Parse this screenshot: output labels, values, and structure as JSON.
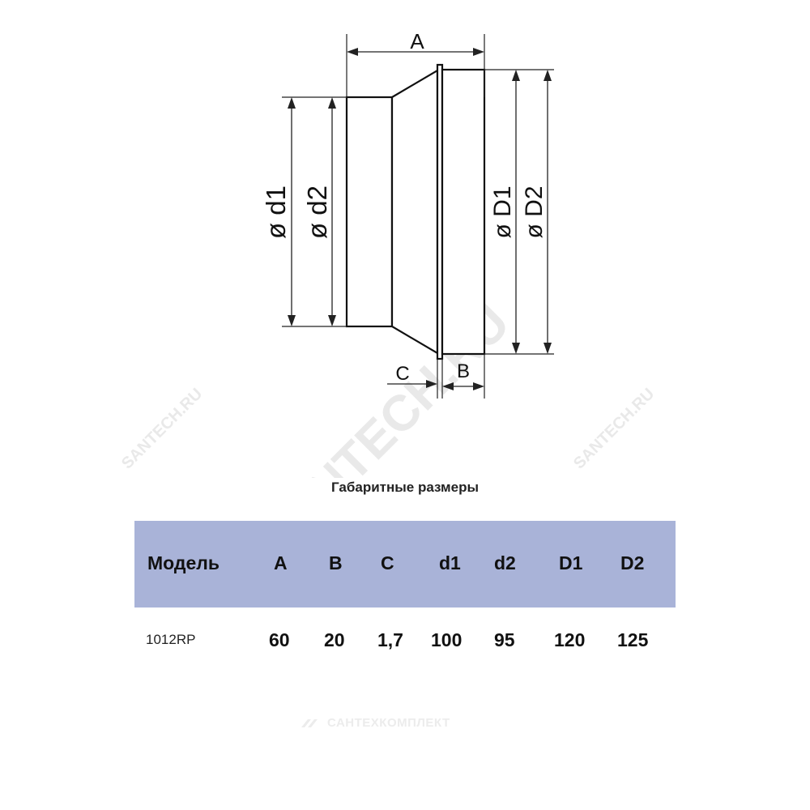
{
  "diagram": {
    "labels": {
      "a": "A",
      "b": "B",
      "c": "C",
      "d1": "ø d1",
      "d2": "ø d2",
      "D1": "ø D1",
      "D2": "ø D2"
    },
    "watermark": "SANTECH.RU"
  },
  "table": {
    "title": "Габаритные размеры",
    "header": [
      "Модель",
      "A",
      "B",
      "C",
      "d1",
      "d2",
      "D1",
      "D2"
    ],
    "rows": [
      [
        "1012RP",
        "60",
        "20",
        "1,7",
        "100",
        "95",
        "120",
        "125"
      ]
    ],
    "header_color": "#a9b3d8"
  },
  "footer": {
    "brand": "САНТЕХКОМПЛЕКТ"
  }
}
